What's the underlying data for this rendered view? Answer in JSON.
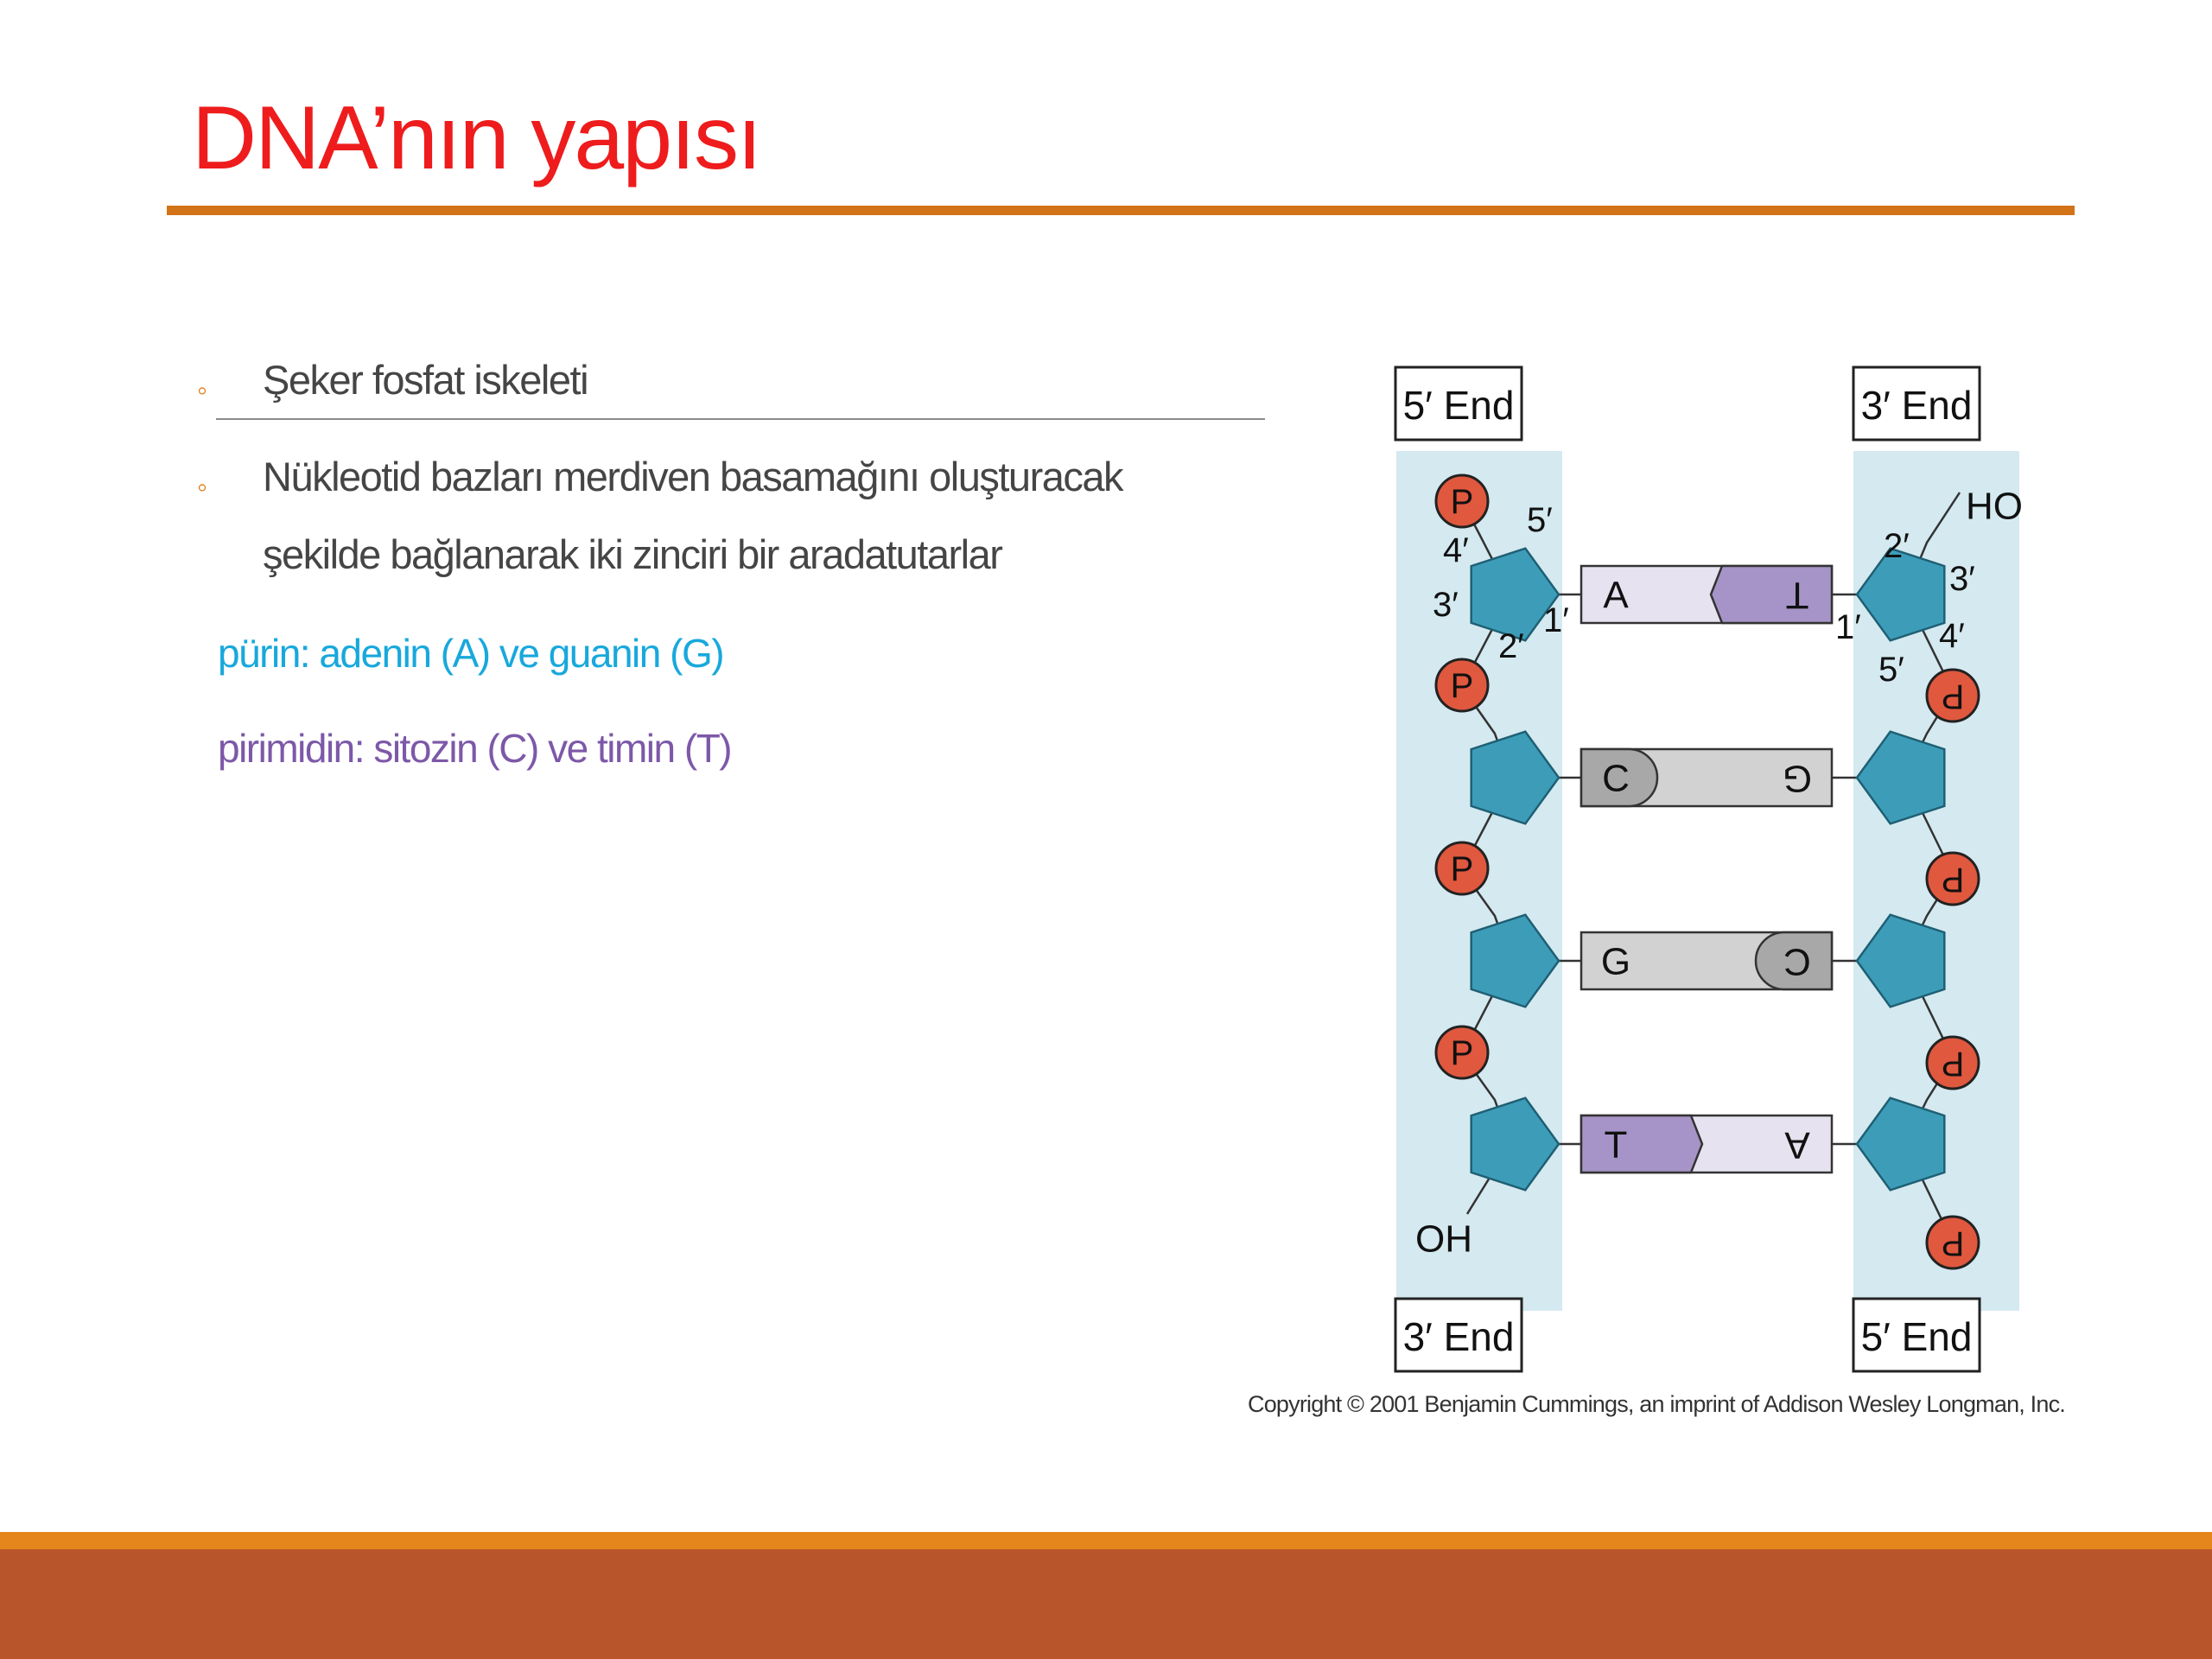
{
  "slide": {
    "title": "DNA’nın yapısı",
    "bullets": [
      {
        "text": "Şeker fosfat iskeleti",
        "icon": "circle-bullet-icon"
      },
      {
        "lines": [
          "Nükleotid bazları merdiven basamağını oluşturacak",
          "şekilde bağlanarak iki zinciri bir aradatutarlar"
        ],
        "icon": "circle-bullet-icon"
      }
    ],
    "purine_line": "pürin: adenin (A) ve guanin (G)",
    "pyrimidine_line": "pirimidin: sitozin (C)  ve timin (T)"
  },
  "figure": {
    "end_labels": {
      "top_left": "5′ End",
      "top_right": "3′ End",
      "bottom_left": "3′ End",
      "bottom_right": "5′ End"
    },
    "phosphate_label": "P",
    "left_terminal": "OH",
    "right_terminal": "HO",
    "carbon_labels": {
      "c1": "1′",
      "c2": "2′",
      "c3": "3′",
      "c4": "4′",
      "c5": "5′"
    },
    "base_pairs": [
      {
        "left": "A",
        "right": "T"
      },
      {
        "left": "C",
        "right": "G"
      },
      {
        "left": "G",
        "right": "C"
      },
      {
        "left": "T",
        "right": "A"
      }
    ],
    "copyright": "Copyright © 2001 Benjamin Cummings, an imprint of Addison Wesley Longman, Inc."
  },
  "colors": {
    "title": "#ee1c1c",
    "accent_rule": "#d27317",
    "bullet_marker": "#e47c1a",
    "purine_text": "#18a8dc",
    "pyrimidine_text": "#7d58a8",
    "backbone_band": "#d4e9f0",
    "sugar": "#3d9db9",
    "phosphate": "#e0583e",
    "purine_block_light": "#e6e2f0",
    "pyrimidine_tab_purple": "#a694c8",
    "gc_block": "#d2d2d2",
    "gc_tab": "#a8a8a8",
    "footer_stripe": "#e4861c",
    "footer": "#b9552b"
  }
}
